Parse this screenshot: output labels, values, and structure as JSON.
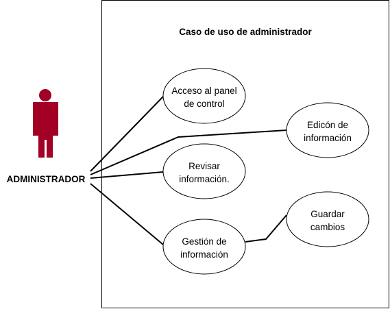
{
  "system": {
    "title": "Caso de uso de administrador"
  },
  "actor": {
    "name": "ADMINISTRADOR",
    "color": "#a20025"
  },
  "use_cases": [
    {
      "id": "acceso",
      "lines": [
        "Acceso al panel",
        "de control"
      ]
    },
    {
      "id": "edicion",
      "lines": [
        "Edicón de",
        "información"
      ]
    },
    {
      "id": "revisar",
      "lines": [
        "Revisar",
        "información."
      ]
    },
    {
      "id": "gestion",
      "lines": [
        "Gestión de",
        "información"
      ]
    },
    {
      "id": "guardar",
      "lines": [
        "Guardar",
        "cambios"
      ]
    }
  ],
  "associations": [
    {
      "from": "actor",
      "to": "acceso"
    },
    {
      "from": "actor",
      "to": "edicion"
    },
    {
      "from": "actor",
      "to": "revisar"
    },
    {
      "from": "actor",
      "to": "gestion"
    },
    {
      "from": "gestion",
      "to": "guardar"
    }
  ]
}
